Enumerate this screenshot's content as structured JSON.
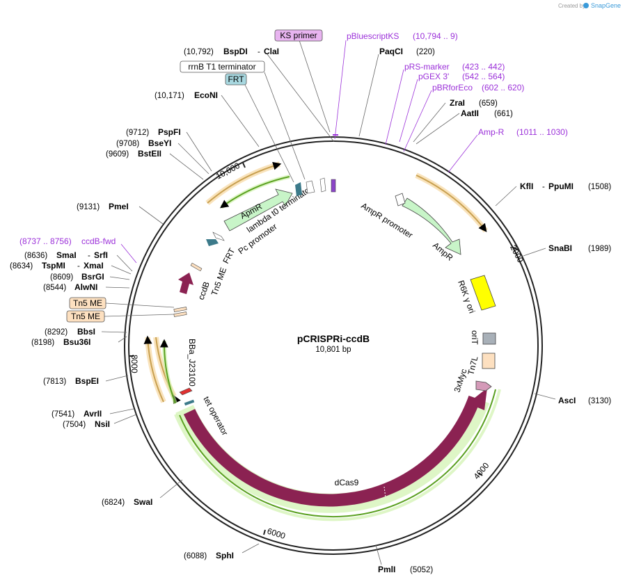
{
  "header": {
    "watermark": "Created by",
    "brand": "SnapGene"
  },
  "plasmid": {
    "name": "pCRISPRi-ccdB",
    "size": "10,801 bp"
  },
  "ticks": [
    "2000",
    "4000",
    "6000",
    "8000",
    "10,000"
  ],
  "enzymes": [
    {
      "name": "BspDI",
      "name2": "ClaI",
      "pos": "(10,792)"
    },
    {
      "name": "PaqCI",
      "pos": "(220)"
    },
    {
      "name": "EcoNI",
      "pos": "(10,171)"
    },
    {
      "name": "ZraI",
      "pos": "(659)"
    },
    {
      "name": "AatII",
      "pos": "(661)"
    },
    {
      "name": "PspFI",
      "pos": "(9712)"
    },
    {
      "name": "BseYI",
      "pos": "(9708)"
    },
    {
      "name": "BstEII",
      "pos": "(9609)"
    },
    {
      "name": "KflI",
      "name2": "PpuMI",
      "pos": "(1508)"
    },
    {
      "name": "PmeI",
      "pos": "(9131)"
    },
    {
      "name": "SnaBI",
      "pos": "(1989)"
    },
    {
      "name": "SmaI",
      "name2": "SrfI",
      "pos": "(8636)"
    },
    {
      "name": "TspMI",
      "name2": "XmaI",
      "pos": "(8634)"
    },
    {
      "name": "BsrGI",
      "pos": "(8609)"
    },
    {
      "name": "AlwNI",
      "pos": "(8544)"
    },
    {
      "name": "BbsI",
      "pos": "(8292)"
    },
    {
      "name": "Bsu36I",
      "pos": "(8198)"
    },
    {
      "name": "BspEI",
      "pos": "(7813)"
    },
    {
      "name": "AscI",
      "pos": "(3130)"
    },
    {
      "name": "AvrII",
      "pos": "(7541)"
    },
    {
      "name": "NsiI",
      "pos": "(7504)"
    },
    {
      "name": "SwaI",
      "pos": "(6824)"
    },
    {
      "name": "SphI",
      "pos": "(6088)"
    },
    {
      "name": "PmlI",
      "pos": "(5052)"
    }
  ],
  "primers": [
    {
      "name": "pBluescriptKS",
      "range": "(10,794 .. 9)"
    },
    {
      "name": "pRS-marker",
      "range": "(423 .. 442)"
    },
    {
      "name": "pGEX 3'",
      "range": "(542 .. 564)"
    },
    {
      "name": "pBRforEco",
      "range": "(602 .. 620)"
    },
    {
      "name": "Amp-R",
      "range": "(1011 .. 1030)"
    },
    {
      "name": "ccdB-fwd",
      "range": "(8737 .. 8756)"
    }
  ],
  "boxed_labels": [
    "KS primer",
    "rrnB T1 terminator",
    "FRT",
    "Tn5 ME",
    "Tn5 ME"
  ],
  "features": {
    "ampr_promoter": "AmpR promoter",
    "ampr": "AmpR",
    "r6k": "R6K γ ori",
    "ort": "oriT",
    "tn7l": "Tn7L",
    "myc": "3xMyc",
    "dcas9": "dCas9",
    "tet": "tet operator",
    "bba": "BBa_J23100",
    "ccdb": "ccdB",
    "tn5": "Tn5 ME",
    "frt": "FRT",
    "pc": "Pc promoter",
    "lambda": "lambda t0 terminator",
    "apmr": "ApmR"
  },
  "colors": {
    "primer": "#9b30d9",
    "dcas9": "#8b2252",
    "ampr_fill": "#c8f5c8",
    "ori": "#ffff00",
    "orit": "#a8b0b8",
    "tn7l": "#fde0c0",
    "myc": "#d49ab8",
    "frt": "#3c7a8a",
    "orf_orange": "#c8a050",
    "orf_green": "#5aa020"
  }
}
